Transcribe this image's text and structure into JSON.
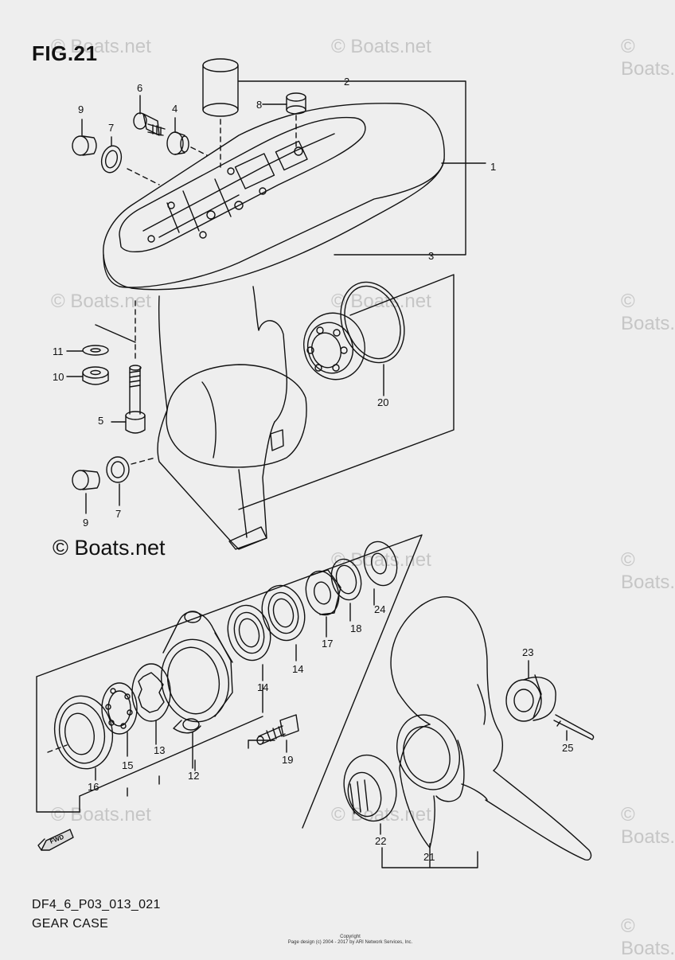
{
  "figure": {
    "title": "FIG.21",
    "copyright": "© Boats.net",
    "code": "DF4_6_P03_013_021",
    "name": "GEAR CASE",
    "fine_print": [
      "Copyright",
      "Page design (c) 2004 - 2017 by ARI Network Services, Inc."
    ]
  },
  "watermarks": [
    "© Boats.net",
    "© Boats.net",
    "© Boats.net",
    "© Boats.net",
    "© Boats.net",
    "© Boats.net",
    "© Boats.net",
    "© Boats.net",
    "© Boats.net",
    "© Boats.net",
    "© Boats.net",
    "© Boats.net"
  ],
  "callouts": [
    "1",
    "2",
    "3",
    "4",
    "5",
    "6",
    "7",
    "7",
    "8",
    "9",
    "9",
    "10",
    "11",
    "12",
    "13",
    "14",
    "14",
    "15",
    "16",
    "17",
    "18",
    "19",
    "20",
    "21",
    "22",
    "23",
    "24",
    "25"
  ],
  "fwd_arrow_label": "FWD"
}
